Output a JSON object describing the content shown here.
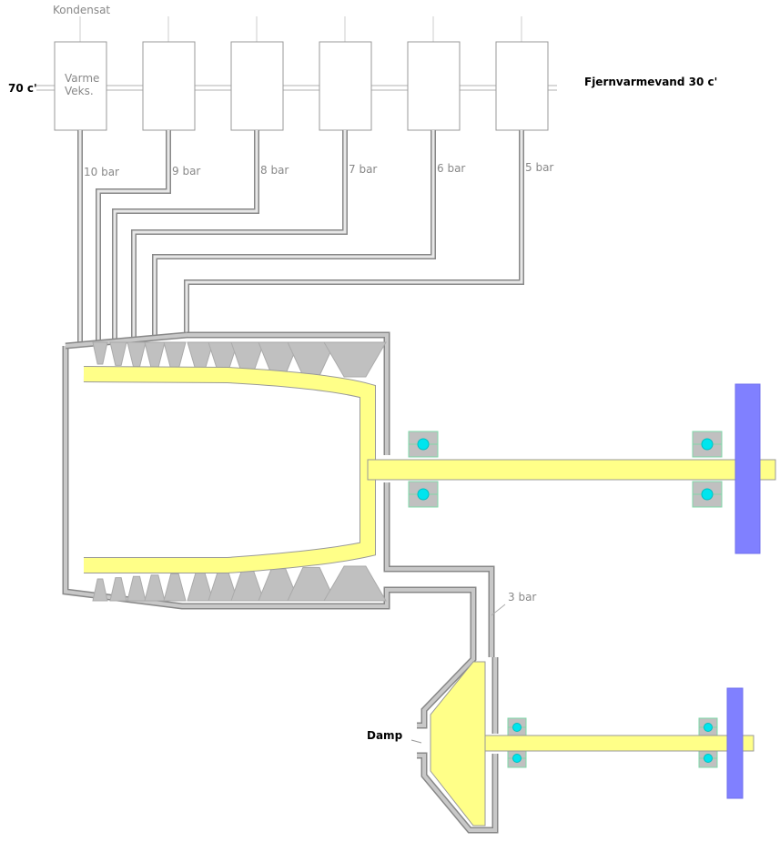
{
  "labels": {
    "kondensat": "Kondensat",
    "varme_veks_line1": "Varme",
    "varme_veks_line2": "Veks.",
    "inlet_temp": "70 c'",
    "outlet": "Fjernvarmevand 30 c'",
    "damp": "Damp",
    "exhaust_pressure": "3 bar"
  },
  "extraction_pressures": [
    "10 bar",
    "9 bar",
    "8 bar",
    "7 bar",
    "6 bar",
    "5 bar"
  ],
  "colors": {
    "rotor": "#ffff88",
    "blade": "#c0c0c0",
    "disk": "#8080ff",
    "bearing_ball": "#00e5ee",
    "casing": "#a0a0a0"
  }
}
